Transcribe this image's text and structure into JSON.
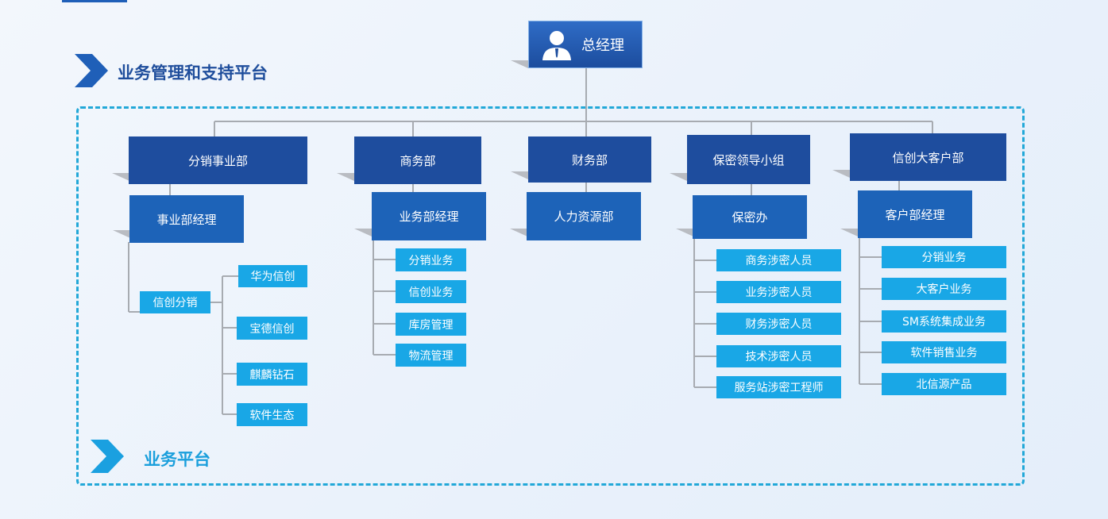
{
  "header": {
    "section_title": "业务管理和支持平台",
    "platform_title": "业务平台"
  },
  "ceo": {
    "label": "总经理"
  },
  "departments": [
    {
      "label": "分销事业部",
      "manager": "事业部经理"
    },
    {
      "label": "商务部",
      "manager": "业务部经理"
    },
    {
      "label": "财务部",
      "manager": "人力资源部"
    },
    {
      "label": "保密领导小组",
      "manager": "保密办"
    },
    {
      "label": "信创大客户部",
      "manager": "客户部经理"
    }
  ],
  "distribution": {
    "group": "信创分销",
    "items": [
      "华为信创",
      "宝德信创",
      "麒麟钻石",
      "软件生态"
    ]
  },
  "business_items": [
    "分销业务",
    "信创业务",
    "库房管理",
    "物流管理"
  ],
  "secrecy_items": [
    "商务涉密人员",
    "业务涉密人员",
    "财务涉密人员",
    "技术涉密人员",
    "服务站涉密工程师"
  ],
  "customer_items": [
    "分销业务",
    "大客户业务",
    "SM系统集成业务",
    "软件销售业务",
    "北信源产品"
  ],
  "colors": {
    "dept": "#1e4d9e",
    "manager": "#1d63b8",
    "leaf": "#19a7e6",
    "dashed": "#22a8d8",
    "title": "#1f4e9c",
    "platform_title": "#1a9fdc"
  }
}
